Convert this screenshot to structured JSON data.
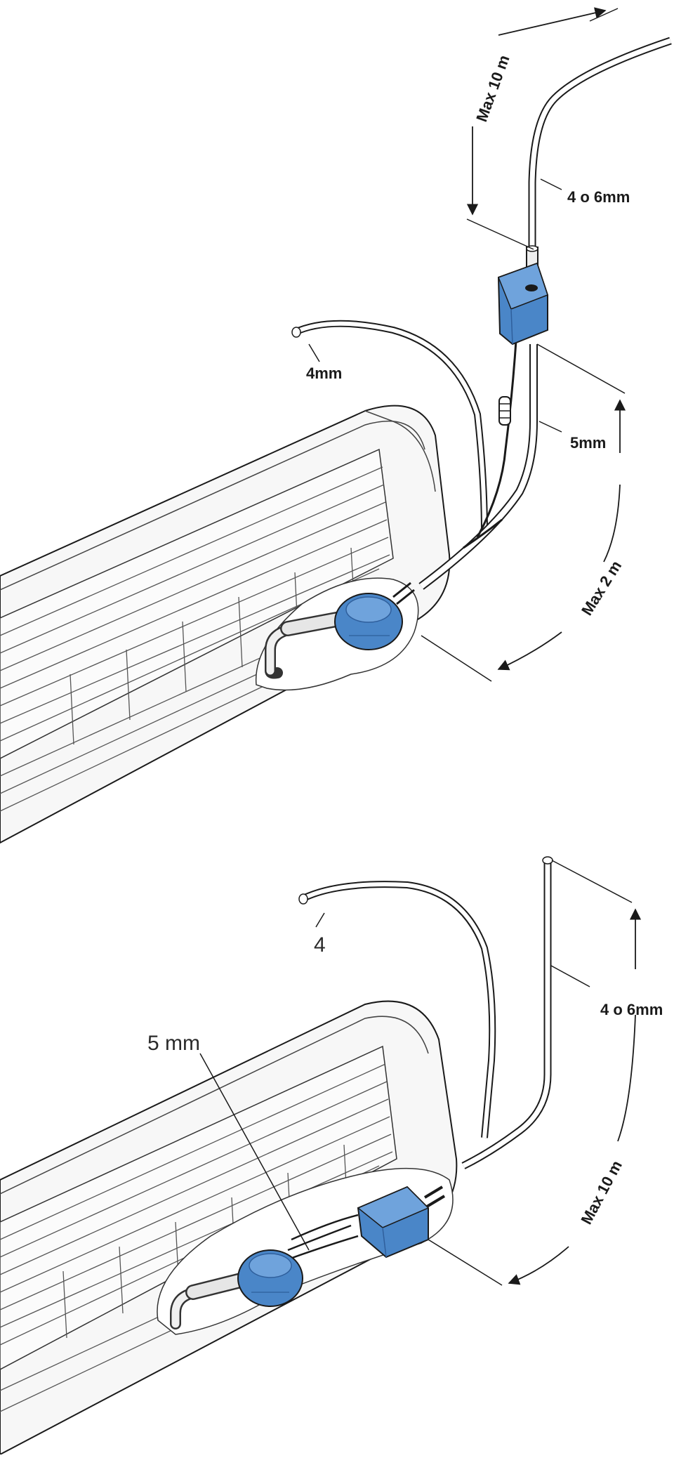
{
  "diagram_top": {
    "labels": {
      "riser_length": "Max 10 m",
      "riser_tube": "4 o 6mm",
      "air_tube": "4mm",
      "drain_tube": "5mm",
      "drain_length": "Max 2 m"
    }
  },
  "diagram_bottom": {
    "labels": {
      "air_tube": "4",
      "drain_tube": "5 mm",
      "riser_tube": "4 o 6mm",
      "run_length": "Max 10 m"
    }
  },
  "colors": {
    "pump_blue": "#4a86c8",
    "pump_blue_dark": "#2f5f9c",
    "unit_white": "#f7f7f7",
    "outline": "#1a1a1a"
  }
}
